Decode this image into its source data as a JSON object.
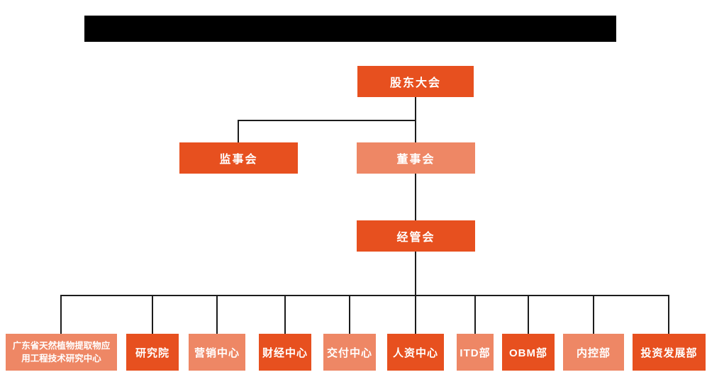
{
  "colors": {
    "background": "#ffffff",
    "box_dark": "#e7501f",
    "box_light": "#ee8765",
    "connector": "#1c1c1c",
    "redaction_bar": "#000000",
    "text": "#ffffff"
  },
  "header": {
    "title": ""
  },
  "org_chart": {
    "level1": [
      {
        "label": "股东大会"
      }
    ],
    "level2": [
      {
        "label": "监事会"
      },
      {
        "label": "董事会"
      }
    ],
    "level3": [
      {
        "label": "经管会"
      }
    ],
    "level4": [
      {
        "label": "广东省天然植物提取物应用工程技术研究中心"
      },
      {
        "label": "研究院"
      },
      {
        "label": "营销中心"
      },
      {
        "label": "财经中心"
      },
      {
        "label": "交付中心"
      },
      {
        "label": "人资中心"
      },
      {
        "label": "ITD部"
      },
      {
        "label": "OBM部"
      },
      {
        "label": "内控部"
      },
      {
        "label": "投资发展部"
      }
    ]
  }
}
